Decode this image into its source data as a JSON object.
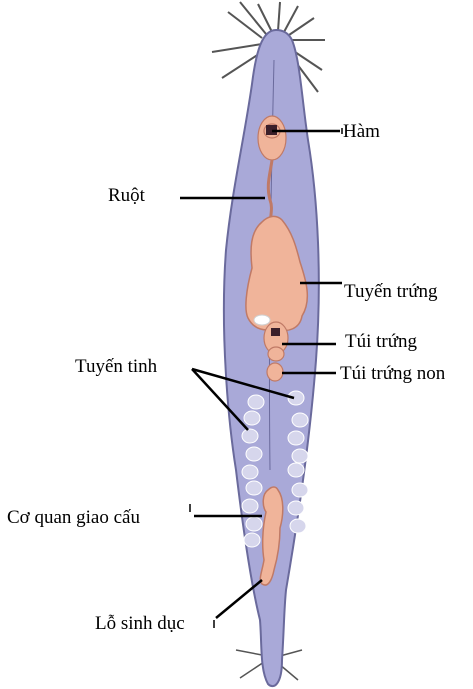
{
  "labels": {
    "ham": "Hàm",
    "ruot": "Ruột",
    "tuyen_trung": "Tuyến trứng",
    "tui_trung": "Túi trứng",
    "tuyen_tinh": "Tuyến tinh",
    "tui_trung_non": "Túi trứng non",
    "co_quan_giao_cau": "Cơ quan giao cấu",
    "lo_sinh_duc": "Lỗ sinh dục"
  },
  "colors": {
    "body_fill": "#a9a9d8",
    "body_stroke": "#6a6a9c",
    "organ_fill": "#f0b49a",
    "organ_stroke": "#c07a66",
    "testis_fill": "#d6d6ec",
    "cilia": "#555555",
    "line": "#000000"
  }
}
